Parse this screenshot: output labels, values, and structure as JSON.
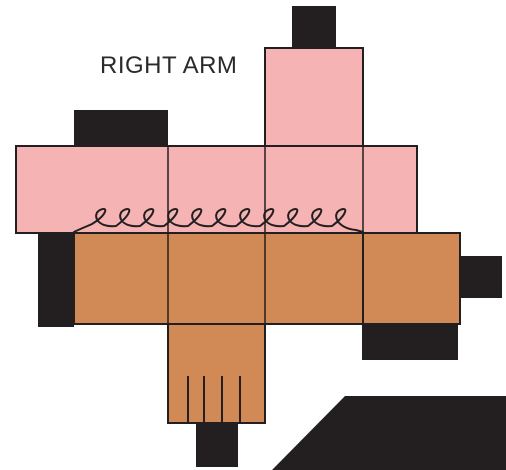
{
  "title": "RIGHT ARM",
  "colors": {
    "sleeve": "#f5b3b4",
    "hand": "#d18955",
    "tab": "#231f20",
    "outline": "#231f20",
    "background": "#ffffff"
  },
  "icons": [
    "curl-coil",
    "finger-lines",
    "glue-tabs"
  ]
}
